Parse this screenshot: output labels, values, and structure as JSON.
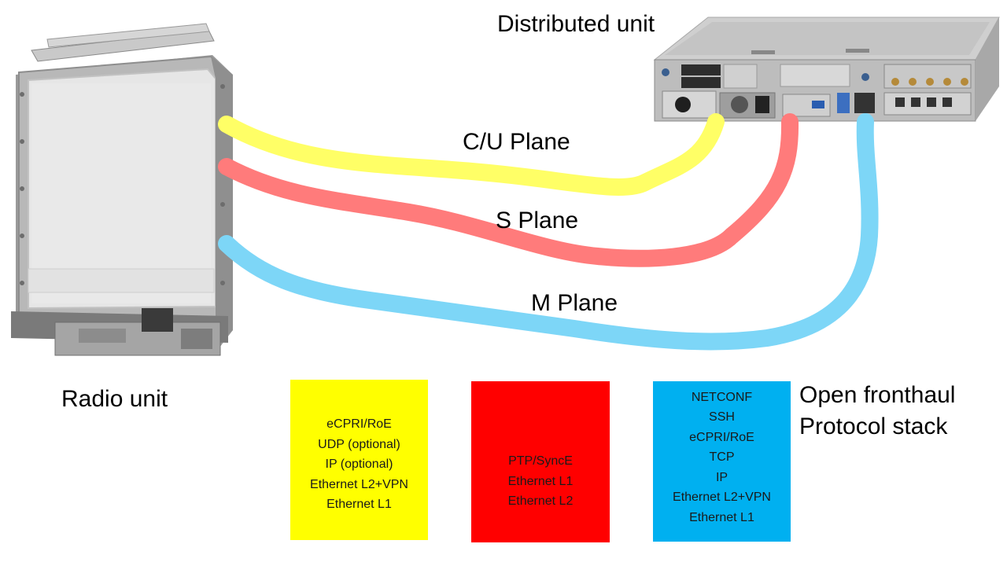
{
  "title": "Distributed unit",
  "radio_unit_label": "Radio unit",
  "planes": [
    {
      "label": "C/U Plane",
      "color": "#ffff66"
    },
    {
      "label": "S Plane",
      "color": "#ff7b7b"
    },
    {
      "label": "M Plane",
      "color": "#7dd6f7"
    }
  ],
  "protocol_stack_title": [
    "Open fronthaul",
    "Protocol stack"
  ],
  "stacks": [
    {
      "name": "cu-plane-stack",
      "color": "#ffff00",
      "layers": [
        "eCPRI/RoE",
        "UDP (optional)",
        "IP (optional)",
        "Ethernet L2+VPN",
        "Ethernet L1"
      ]
    },
    {
      "name": "s-plane-stack",
      "color": "#ff0000",
      "layers": [
        "PTP/SyncE",
        "Ethernet L1",
        "Ethernet L2"
      ]
    },
    {
      "name": "m-plane-stack",
      "color": "#00b0f0",
      "layers": [
        "NETCONF",
        "SSH",
        "eCPRI/RoE",
        "TCP",
        "IP",
        "Ethernet L2+VPN",
        "Ethernet L1"
      ]
    }
  ]
}
